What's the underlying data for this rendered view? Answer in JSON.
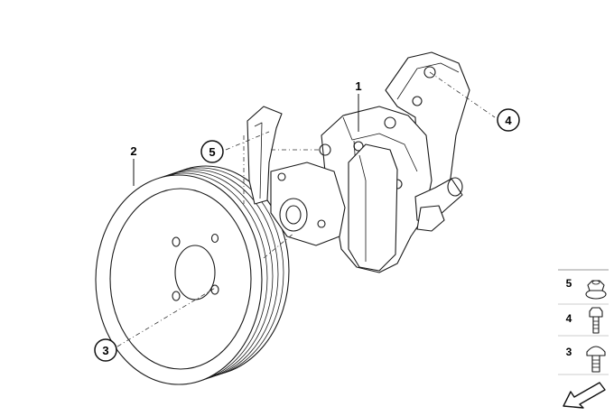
{
  "callouts": [
    {
      "id": "1",
      "label": "1"
    },
    {
      "id": "2",
      "label": "2"
    },
    {
      "id": "3",
      "label": "3"
    },
    {
      "id": "4",
      "label": "4"
    },
    {
      "id": "5",
      "label": "5"
    }
  ],
  "legend": [
    {
      "label": "5",
      "icon": "nut-icon"
    },
    {
      "label": "4",
      "icon": "bolt-icon"
    },
    {
      "label": "3",
      "icon": "bolt-large-icon"
    }
  ]
}
